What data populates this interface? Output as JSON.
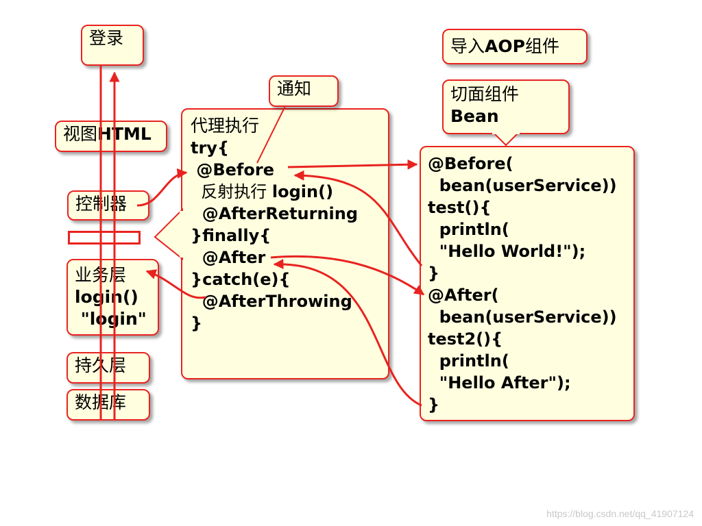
{
  "colors": {
    "accent": "#e8231f",
    "box_fill": "#ffffe0"
  },
  "left_stack": {
    "login": "登录",
    "view_prefix": "视图",
    "view_html": "HTML",
    "controller": "控制器",
    "service_title": "业务层",
    "service_method": "login()",
    "service_value": " \"login\"",
    "persistence": "持久层",
    "database": "数据库"
  },
  "callouts": {
    "notice": "通知",
    "import_prefix": "导入",
    "import_aop": "AOP",
    "import_suffix": "组件",
    "aspect_line1": "切面组件",
    "aspect_line2": "Bean"
  },
  "proxy": {
    "title": "代理执行",
    "lines": [
      "try{",
      " @Before",
      "  ",
      "  @AfterReturning",
      "}finally{",
      "  @After",
      "}catch(e){",
      "  @AfterThrowing",
      "}"
    ],
    "reflect_zh": "  反射执行 ",
    "reflect_code": "login()"
  },
  "aspect": {
    "lines": [
      "@Before(",
      "  bean(userService))",
      "test(){",
      "  println(",
      "  \"Hello World!\");",
      "}",
      "@After(",
      "  bean(userService))",
      "test2(){",
      "  println(",
      "  \"Hello After\");",
      "}"
    ]
  },
  "watermark": "https://blog.csdn.net/qq_41907124"
}
